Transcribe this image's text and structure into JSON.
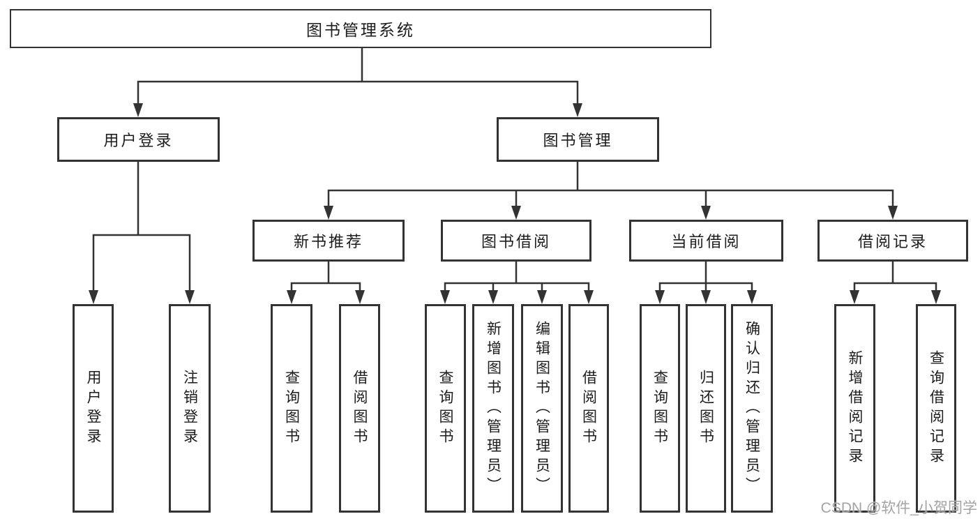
{
  "colors": {
    "line": "#333333",
    "box_border": "#333333",
    "text": "#1c1c1c",
    "background": "#ffffff",
    "watermark": "#a3a3a3"
  },
  "tree": {
    "label": "图书管理系统",
    "children": [
      {
        "label": "用户登录",
        "children": [
          {
            "label": "用户登录"
          },
          {
            "label": "注销登录"
          }
        ]
      },
      {
        "label": "图书管理",
        "children": [
          {
            "label": "新书推荐",
            "children": [
              {
                "label": "查询图书"
              },
              {
                "label": "借阅图书"
              }
            ]
          },
          {
            "label": "图书借阅",
            "children": [
              {
                "label": "查询图书"
              },
              {
                "label": "新增图书（管理员）"
              },
              {
                "label": "编辑图书（管理员）"
              },
              {
                "label": "借阅图书"
              }
            ]
          },
          {
            "label": "当前借阅",
            "children": [
              {
                "label": "查询图书"
              },
              {
                "label": "归还图书"
              },
              {
                "label": "确认归还（管理员）"
              }
            ]
          },
          {
            "label": "借阅记录",
            "children": [
              {
                "label": "新增借阅记录"
              },
              {
                "label": "查询借阅记录"
              }
            ]
          }
        ]
      }
    ]
  },
  "watermark": {
    "text": "CSDN @软件_小贺同学"
  }
}
